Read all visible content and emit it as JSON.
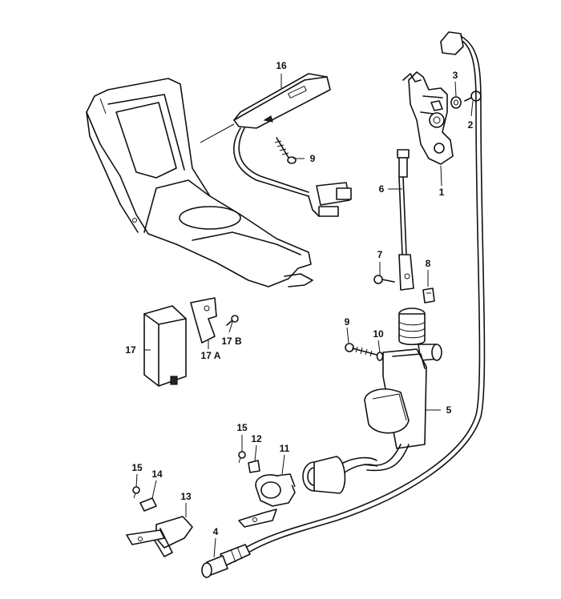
{
  "callouts": {
    "c1": "1",
    "c2": "2",
    "c3": "3",
    "c4": "4",
    "c5": "5",
    "c6": "6",
    "c7": "7",
    "c8": "8",
    "c9a": "9",
    "c9b": "9",
    "c10": "10",
    "c11": "11",
    "c12": "12",
    "c13": "13",
    "c14": "14",
    "c15a": "15",
    "c15b": "15",
    "c16": "16",
    "c17": "17",
    "c17a": "17 A",
    "c17b": "17 B"
  }
}
